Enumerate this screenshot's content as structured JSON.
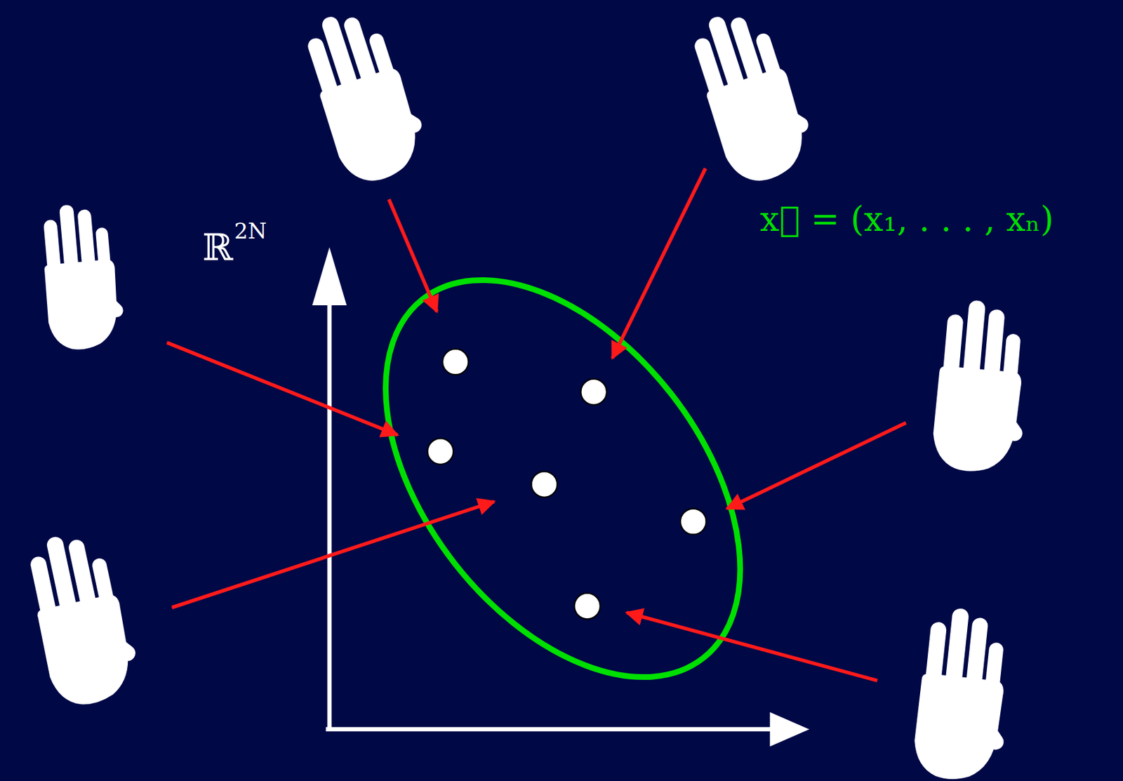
{
  "diagram": {
    "labels": [
      "ℝ",
      "2N",
      "x⃗ = (x₁, . . . , xₙ)"
    ]
  }
}
